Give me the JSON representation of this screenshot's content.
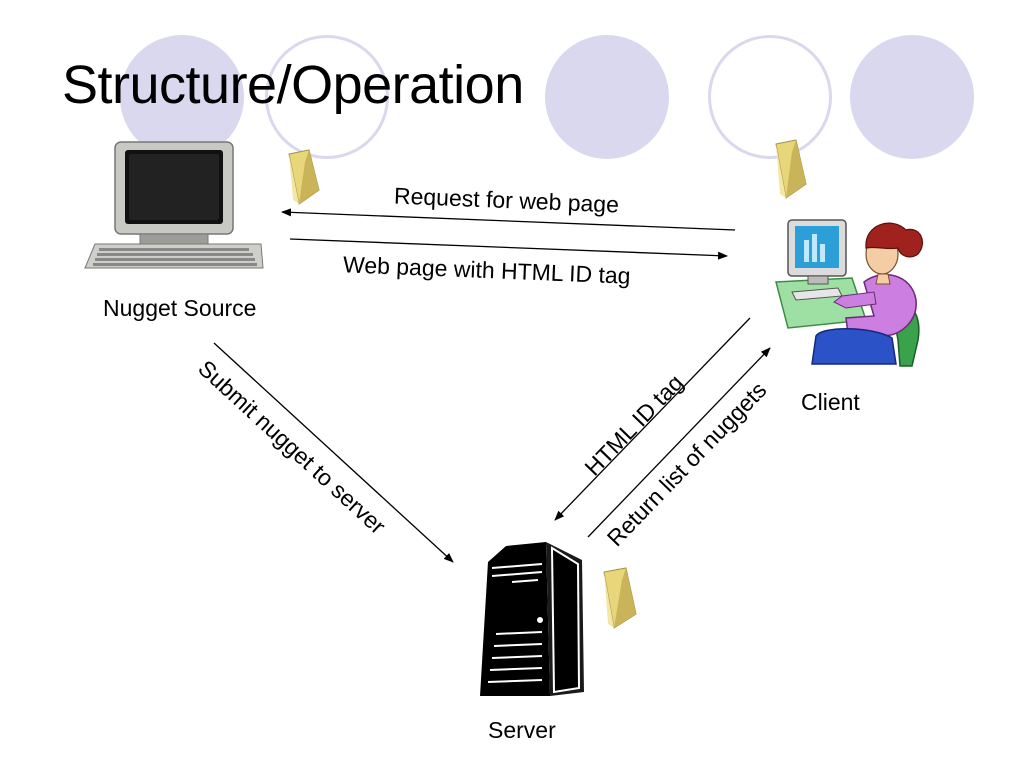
{
  "slide": {
    "title": "Structure/Operation"
  },
  "nodes": {
    "nugget_source": "Nugget Source",
    "client": "Client",
    "server": "Server"
  },
  "edges": {
    "request": "Request for web page",
    "response": "Web page with HTML ID tag",
    "submit": "Submit nugget to server",
    "html_id_tag": "HTML ID tag",
    "return_list": "Return list of nuggets"
  },
  "colors": {
    "decoration": "#d9d8ee",
    "nugget": "#e8d67a"
  }
}
